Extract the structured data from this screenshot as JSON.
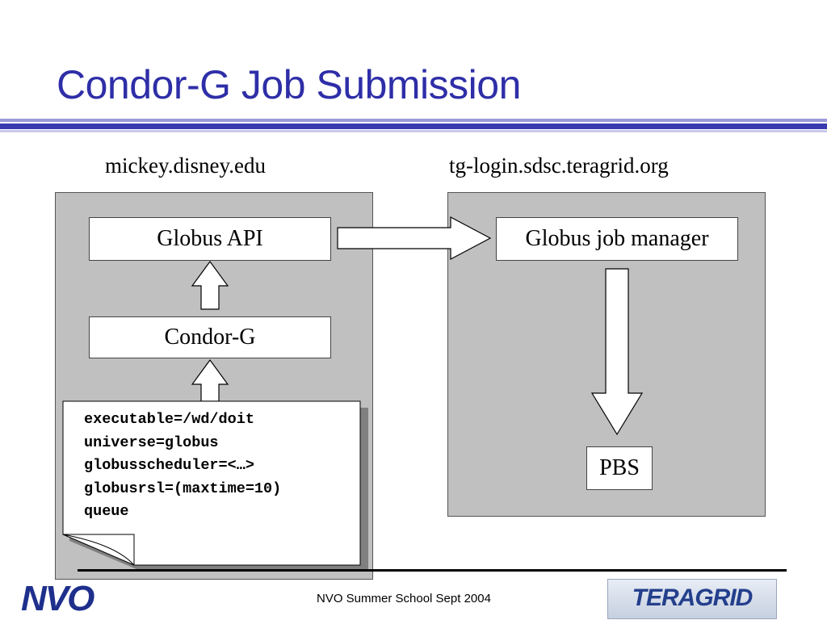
{
  "title": "Condor-G Job Submission",
  "left_host": "mickey.disney.edu",
  "right_host": "tg-login.sdsc.teragrid.org",
  "boxes": {
    "globus_api": "Globus API",
    "condor_g": "Condor-G",
    "globus_job_manager": "Globus job manager",
    "pbs": "PBS"
  },
  "submit_file": [
    "executable=/wd/doit",
    "universe=globus",
    "globusscheduler=<…>",
    "globusrsl=(maxtime=10)",
    "queue"
  ],
  "footer": "NVO Summer School Sept 2004",
  "logos": {
    "nvo": "NVO",
    "teragrid": "TERAGRID"
  },
  "colors": {
    "title": "#2e2ea8",
    "panel": "#c0c0c0",
    "rule": "#3a3ab0"
  }
}
